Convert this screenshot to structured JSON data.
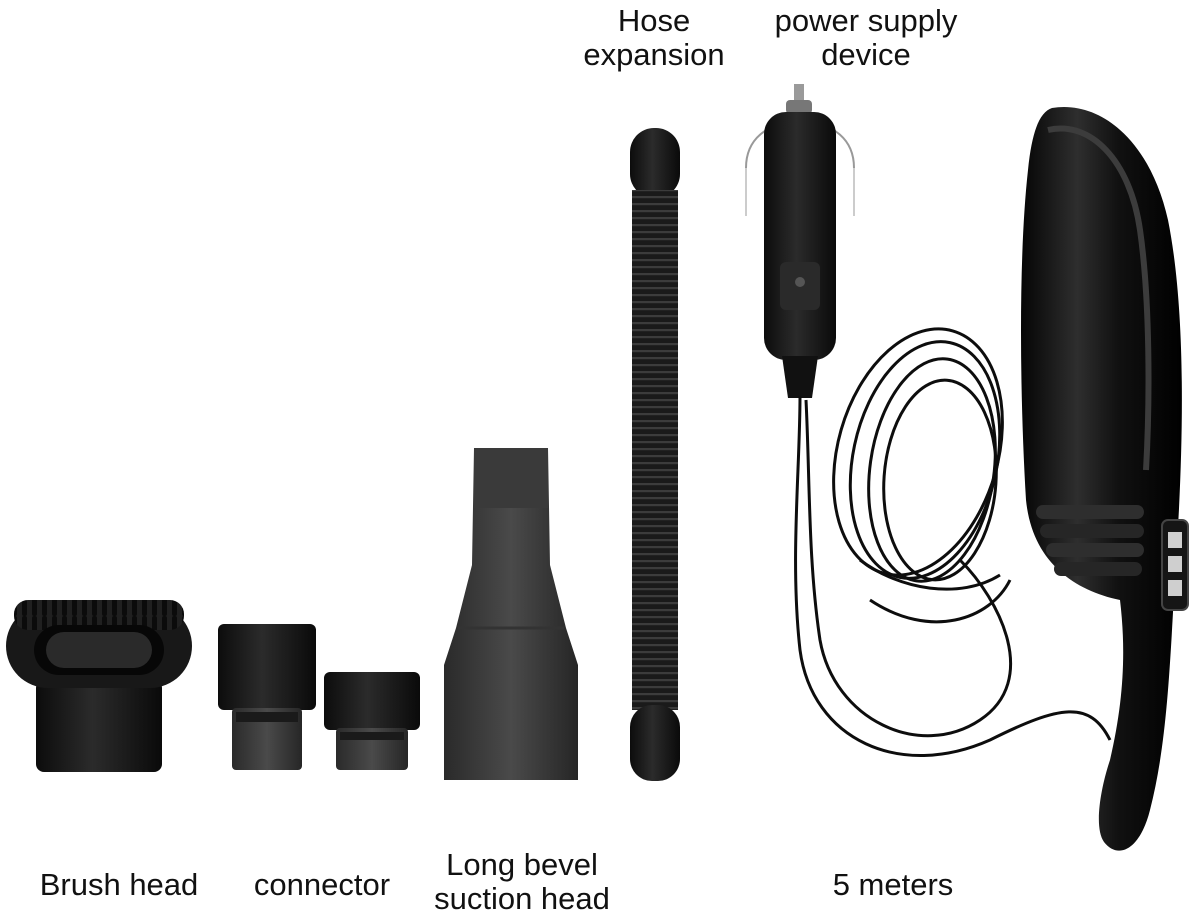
{
  "labels": {
    "hose": [
      "Hose",
      "expansion"
    ],
    "power": [
      "power supply",
      "device"
    ],
    "brush": "Brush head",
    "connector": "connector",
    "bevel": [
      "Long bevel",
      "suction head"
    ],
    "cord": "5 meters"
  },
  "colors": {
    "background": "#ffffff",
    "product": "#1a1a1a",
    "text": "#111111"
  }
}
